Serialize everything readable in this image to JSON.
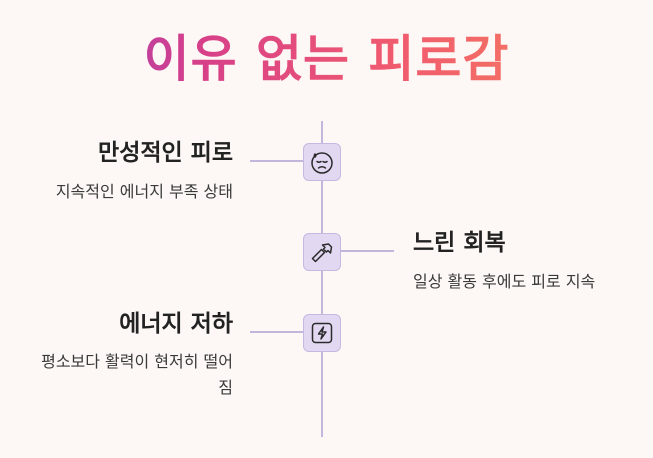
{
  "title": "이유 없는 피로감",
  "items": [
    {
      "heading": "만성적인 피로",
      "description": "지속적인 에너지 부족 상태",
      "icon": "sweating-face-icon",
      "side": "left"
    },
    {
      "heading": "느린 회복",
      "description": "일상 활동 후에도 피로 지속",
      "icon": "hammer-icon",
      "side": "right"
    },
    {
      "heading": "에너지 저하",
      "description": "평소보다 활력이 현저히 떨어짐",
      "icon": "lightning-bolt-icon",
      "side": "left"
    }
  ],
  "colors": {
    "background": "#fdf8f5",
    "line": "#c3b6db",
    "icon_box": "#e2d8f1",
    "title_gradient": [
      "#8e44c9",
      "#d63f8a",
      "#f05a6e",
      "#f7885d"
    ]
  }
}
